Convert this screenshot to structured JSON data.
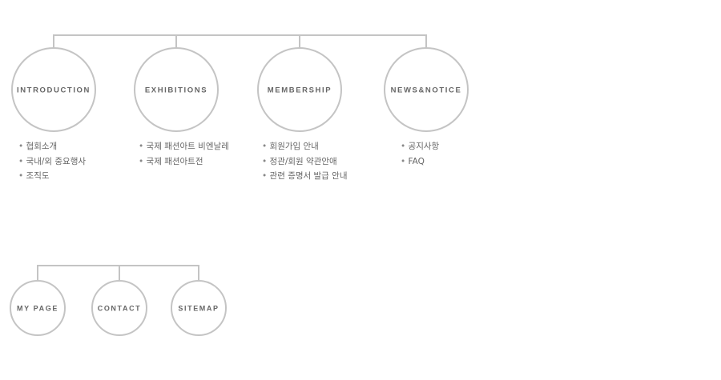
{
  "colors": {
    "line": "#c4c4c4",
    "circle_fill": "#ffffff",
    "label": "#666666",
    "text": "#666666"
  },
  "main_sections": [
    {
      "id": "introduction",
      "label": "INTRODUCTION",
      "items": [
        "협회소개",
        "국내/외 중요행사",
        "조직도"
      ]
    },
    {
      "id": "exhibitions",
      "label": "EXHIBITIONS",
      "items": [
        "국제 패션아트 비엔날레",
        "국제 패션아트전"
      ]
    },
    {
      "id": "membership",
      "label": "MEMBERSHIP",
      "items": [
        "회원가입 안내",
        "정관/회원 약관안애",
        "관련 증명서 발급 안내"
      ]
    },
    {
      "id": "news-notice",
      "label": "NEWS&NOTICE",
      "items": [
        "공지사항",
        "FAQ"
      ]
    }
  ],
  "utility_sections": [
    {
      "id": "my-page",
      "label": "MY PAGE"
    },
    {
      "id": "contact",
      "label": "CONTACT"
    },
    {
      "id": "sitemap",
      "label": "SITEMAP"
    }
  ]
}
